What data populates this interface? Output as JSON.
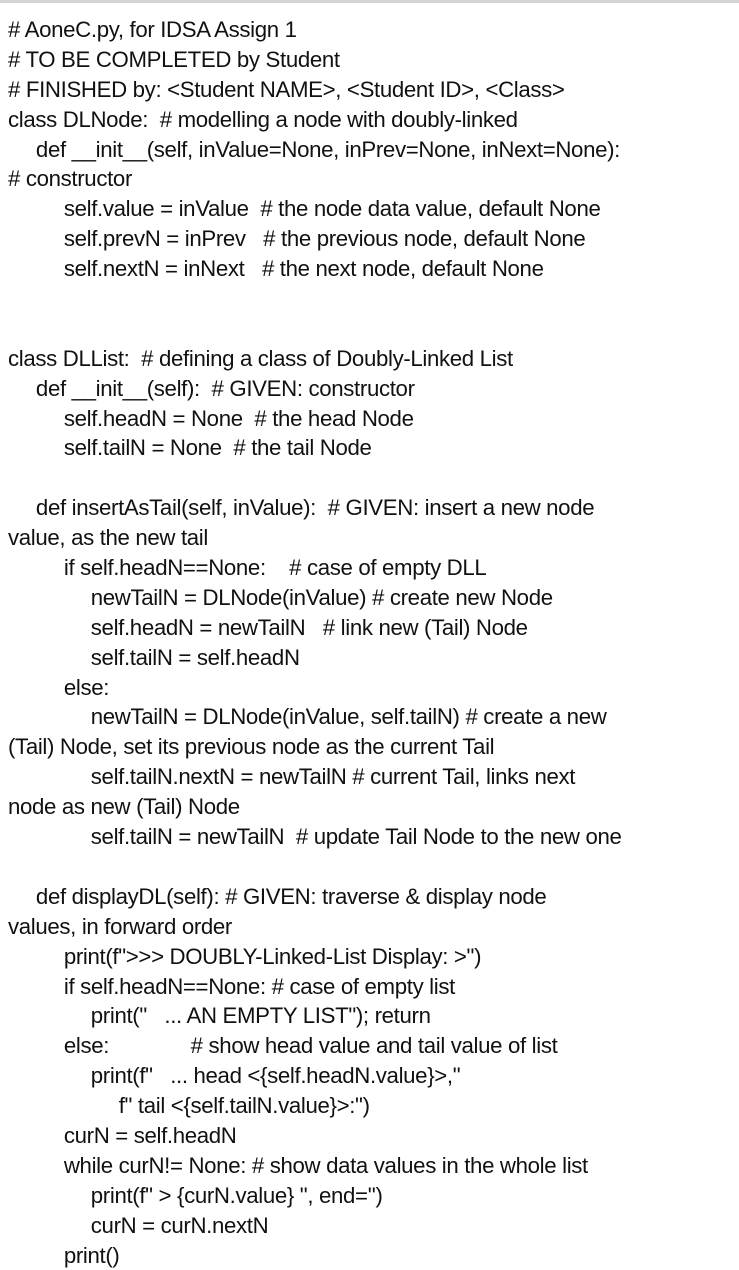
{
  "document": {
    "lines": [
      {
        "indent": 0,
        "text": "# AoneC.py, for IDSA Assign 1"
      },
      {
        "indent": 0,
        "text": "# TO BE COMPLETED by Student"
      },
      {
        "indent": 0,
        "text": "# FINISHED by: <Student NAME>, <Student ID>, <Class>"
      },
      {
        "indent": 0,
        "text": "class DLNode:  # modelling a node with doubly-linked"
      },
      {
        "indent": 1,
        "text": "def __init__(self, inValue=None, inPrev=None, inNext=None):"
      },
      {
        "indent": 0,
        "text": "# constructor"
      },
      {
        "indent": 2,
        "text": "self.value = inValue  # the node data value, default None"
      },
      {
        "indent": 2,
        "text": "self.prevN = inPrev   # the previous node, default None"
      },
      {
        "indent": 2,
        "text": "self.nextN = inNext   # the next node, default None"
      },
      {
        "indent": 0,
        "text": ""
      },
      {
        "indent": 0,
        "text": ""
      },
      {
        "indent": 0,
        "text": "class DLList:  # defining a class of Doubly-Linked List"
      },
      {
        "indent": 1,
        "text": "def __init__(self):  # GIVEN: constructor"
      },
      {
        "indent": 2,
        "text": "self.headN = None  # the head Node"
      },
      {
        "indent": 2,
        "text": "self.tailN = None  # the tail Node"
      },
      {
        "indent": 0,
        "text": ""
      },
      {
        "indent": 1,
        "text": "def insertAsTail(self, inValue):  # GIVEN: insert a new node"
      },
      {
        "indent": 0,
        "text": "value, as the new tail"
      },
      {
        "indent": 2,
        "text": "if self.headN==None:    # case of empty DLL"
      },
      {
        "indent": 3,
        "text": "newTailN = DLNode(inValue) # create new Node"
      },
      {
        "indent": 3,
        "text": "self.headN = newTailN   # link new (Tail) Node"
      },
      {
        "indent": 3,
        "text": "self.tailN = self.headN"
      },
      {
        "indent": 2,
        "text": "else:"
      },
      {
        "indent": 3,
        "text": "newTailN = DLNode(inValue, self.tailN) # create a new"
      },
      {
        "indent": 0,
        "text": "(Tail) Node, set its previous node as the current Tail"
      },
      {
        "indent": 3,
        "text": "self.tailN.nextN = newTailN # current Tail, links next"
      },
      {
        "indent": 0,
        "text": "node as new (Tail) Node"
      },
      {
        "indent": 3,
        "text": "self.tailN = newTailN  # update Tail Node to the new one"
      },
      {
        "indent": 0,
        "text": ""
      },
      {
        "indent": 1,
        "text": "def displayDL(self): # GIVEN: traverse & display node"
      },
      {
        "indent": 0,
        "text": "values, in forward order"
      },
      {
        "indent": 2,
        "text": "print(f\">>> DOUBLY-Linked-List Display: >\")"
      },
      {
        "indent": 2,
        "text": "if self.headN==None: # case of empty list"
      },
      {
        "indent": 3,
        "text": "print(\"   ... AN EMPTY LIST\"); return"
      },
      {
        "indent": 2,
        "text": "else:              # show head value and tail value of list"
      },
      {
        "indent": 3,
        "text": "print(f\"   ... head <{self.headN.value}>,\""
      },
      {
        "indent": 4,
        "text": "f\" tail <{self.tailN.value}>:\")"
      },
      {
        "indent": 2,
        "text": "curN = self.headN"
      },
      {
        "indent": 2,
        "text": "while curN!= None: # show data values in the whole list"
      },
      {
        "indent": 3,
        "text": "print(f\" > {curN.value} \", end='')"
      },
      {
        "indent": 3,
        "text": "curN = curN.nextN"
      },
      {
        "indent": 2,
        "text": "print()"
      }
    ]
  }
}
